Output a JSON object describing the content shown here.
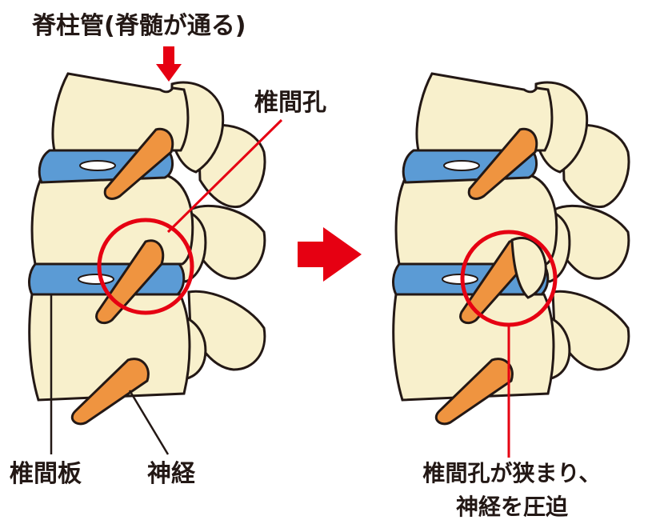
{
  "labels": {
    "spinal_canal": "脊柱管(脊髄が通る)",
    "foramen": "椎間孔",
    "disc": "椎間板",
    "nerve": "神経",
    "result_line1": "椎間孔が狭まり、",
    "result_line2": "神経を圧迫"
  },
  "colors": {
    "bone": "#f8f0cc",
    "outline": "#231815",
    "disc": "#5b9bd5",
    "nerve": "#ef9440",
    "accent": "#e60012"
  }
}
